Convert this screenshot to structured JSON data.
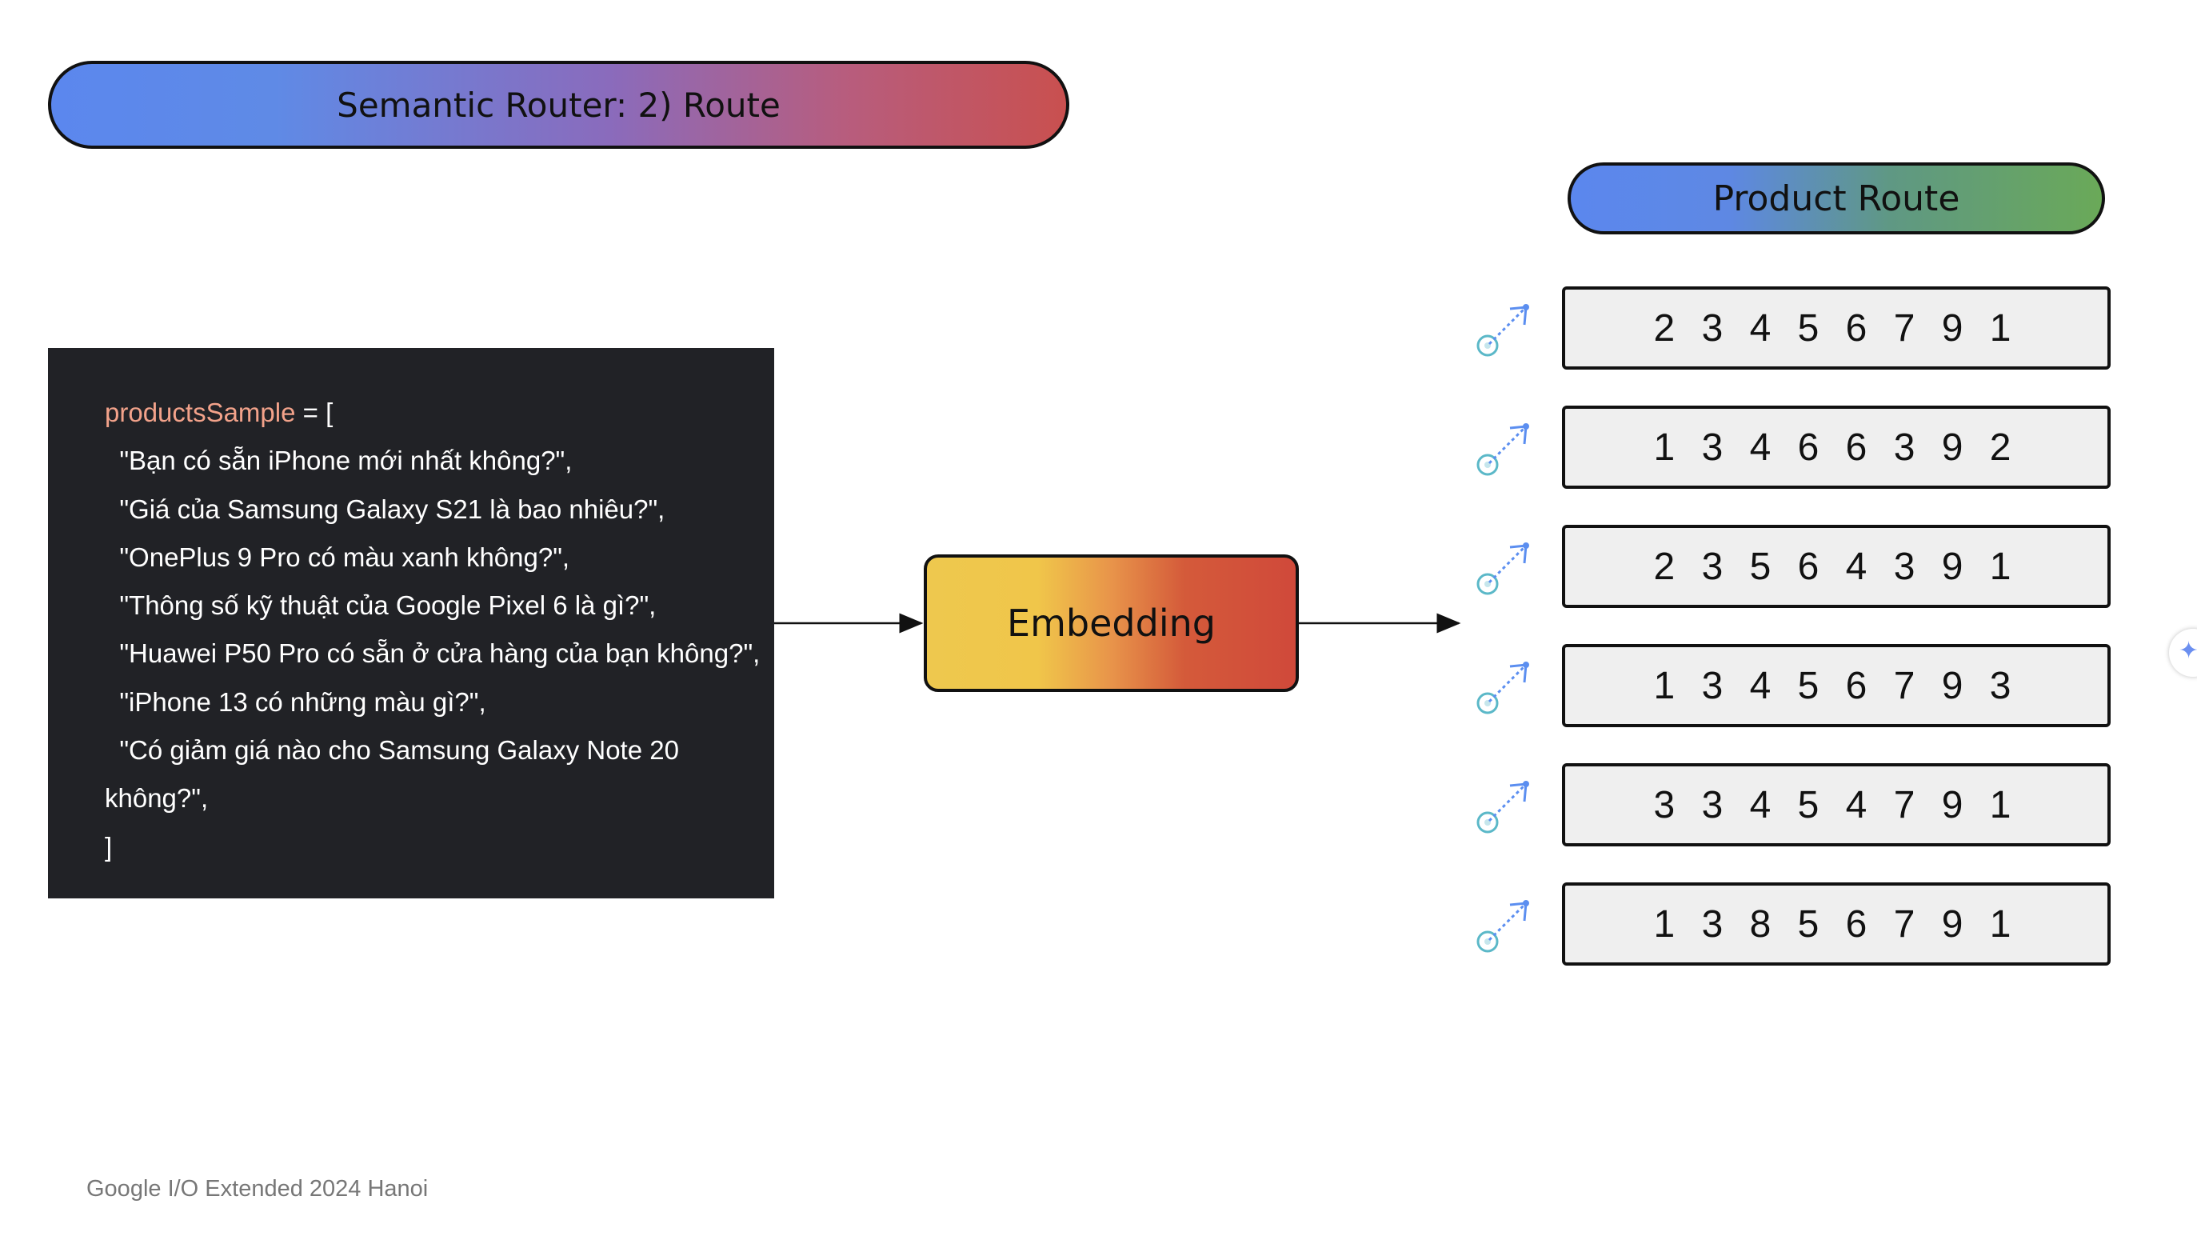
{
  "title": "Semantic Router: 2) Route",
  "code": {
    "lines": [
      {
        "var": "productsSample",
        "text": " = ["
      },
      {
        "var": "",
        "text": "  \"Bạn có sẵn iPhone mới nhất không?\","
      },
      {
        "var": "",
        "text": "  \"Giá của Samsung Galaxy S21 là bao nhiêu?\","
      },
      {
        "var": "",
        "text": "  \"OnePlus 9 Pro có màu xanh không?\","
      },
      {
        "var": "",
        "text": "  \"Thông số kỹ thuật của Google Pixel 6 là gì?\","
      },
      {
        "var": "",
        "text": "  \"Huawei P50 Pro có sẵn ở cửa hàng của bạn không?\","
      },
      {
        "var": "",
        "text": "  \"iPhone 13 có những màu gì?\","
      },
      {
        "var": "",
        "text": "  \"Có giảm giá nào cho Samsung Galaxy Note 20"
      },
      {
        "var": "",
        "text": "không?\","
      },
      {
        "var": "",
        "text": "]"
      }
    ]
  },
  "embedding_label": "Embedding",
  "route": {
    "title": "Product Route",
    "vectors": [
      "2 3 4 5 6 7 9 1",
      "1 3 4 6 6 3 9 2",
      "2 3 5 6 4 3 9 1",
      "1 3 4 5 6 7 9 3",
      "3 3 4 5 4 7 9 1",
      "1 3 8 5 6 7 9 1"
    ],
    "vector_icon": "vector-arrow-icon"
  },
  "footer": "Google I/O Extended 2024 Hanoi",
  "colors": {
    "code_bg": "#212226",
    "code_var": "#f2a28a",
    "vector_box_bg": "#efefef"
  }
}
